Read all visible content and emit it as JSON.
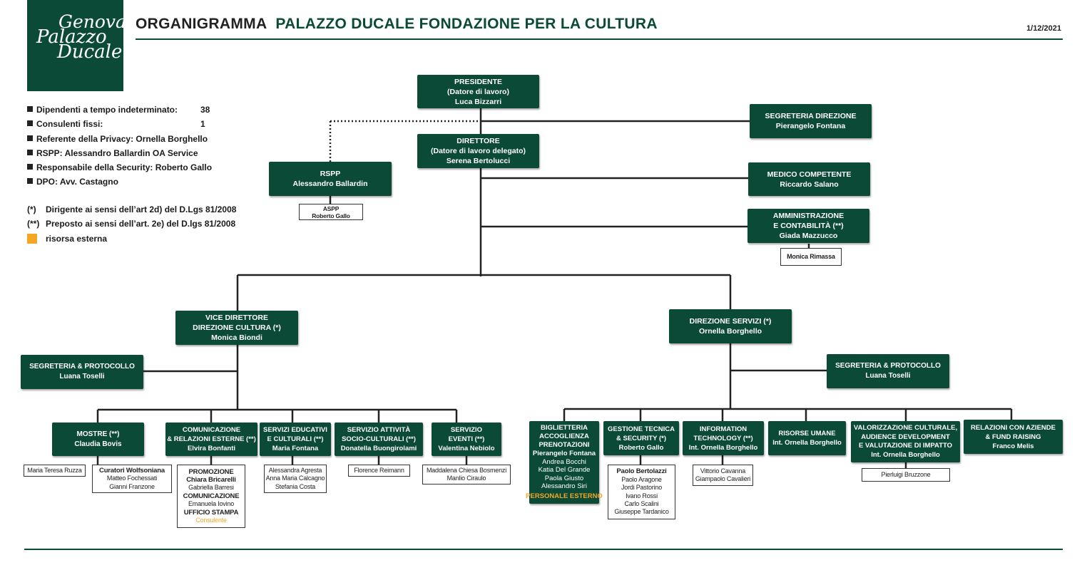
{
  "logo": {
    "line1": "Genova",
    "line2": "Palazzo",
    "line3": "Ducale"
  },
  "header": {
    "title_prefix": "ORGANIGRAMMA",
    "title_main": "PALAZZO DUCALE FONDAZIONE PER LA CULTURA",
    "date": "1/12/2021"
  },
  "info": [
    {
      "label": "Dipendenti a tempo indeterminato:",
      "value": "38"
    },
    {
      "label": "Consulenti fissi:",
      "value": "1"
    },
    {
      "label": "Referente della Privacy: Ornella Borghello",
      "value": ""
    },
    {
      "label": "RSPP: Alessandro Ballardin OA Service",
      "value": ""
    },
    {
      "label": "Responsabile della Security: Roberto Gallo",
      "value": ""
    },
    {
      "label": "DPO: Avv. Castagno",
      "value": ""
    }
  ],
  "notes": [
    {
      "mark": "(*)",
      "text": "Dirigente ai sensi dell’art 2d) del D.Lgs 81/2008"
    },
    {
      "mark": "(**)",
      "text": "Preposto ai sensi dell’art. 2e) del D.lgs 81/2008"
    },
    {
      "mark": "",
      "text": "risorsa esterna"
    }
  ],
  "colors": {
    "brand": "#0b4a37",
    "external": "#f5a623",
    "text": "#1a1a1a"
  },
  "chart": {
    "presidente": [
      "PRESIDENTE",
      "(Datore di lavoro)",
      "Luca Bizzarri"
    ],
    "direttore": [
      "DIRETTORE",
      "(Datore di lavoro delegato)",
      "Serena Bertolucci"
    ],
    "segreteria_direzione": [
      "SEGRETERIA DIREZIONE",
      "Pierangelo Fontana"
    ],
    "rspp": [
      "RSPP",
      "Alessandro Ballardin"
    ],
    "aspp": [
      "ASPP",
      "Roberto Gallo"
    ],
    "medico": [
      "MEDICO COMPETENTE",
      "Riccardo Salano"
    ],
    "amministrazione": [
      "AMMINISTRAZIONE",
      "E CONTABILITÀ (**)",
      "Giada Mazzucco"
    ],
    "amministrazione_sub": [
      "Monica Rimassa"
    ],
    "vice_direttore": [
      "VICE DIRETTORE",
      "DIREZIONE CULTURA (*)",
      "Monica Biondi"
    ],
    "direzione_servizi": [
      "DIREZIONE SERVIZI (*)",
      "Ornella Borghello"
    ],
    "segreteria_left": [
      "SEGRETERIA & PROTOCOLLO",
      "Luana Toselli"
    ],
    "segreteria_right": [
      "SEGRETERIA & PROTOCOLLO",
      "Luana Toselli"
    ],
    "mostre": [
      "MOSTRE (**)",
      "Claudia Bovis"
    ],
    "mostre_sub1": [
      "Maria Teresa Ruzza"
    ],
    "mostre_sub2": [
      "Curatori Wolfsoniana",
      "Matteo Fochessati",
      "Gianni Franzone"
    ],
    "comunicazione": [
      "COMUNICAZIONE",
      "& RELAZIONI ESTERNE (**)",
      "Elvira Bonfanti"
    ],
    "comunicazione_sub": [
      "PROMOZIONE",
      "Chiara Bricarelli",
      "Gabriella Barresi",
      "COMUNICAZIONE",
      "Emanuela Iovino",
      "UFFICIO STAMPA",
      "Consulente"
    ],
    "educativi": [
      "SERVIZI EDUCATIVI",
      "E CULTURALI (**)",
      "Maria Fontana"
    ],
    "educativi_sub": [
      "Alessandra Agresta",
      "Anna Maria Calcagno",
      "Stefania Costa"
    ],
    "socio": [
      "SERVIZIO ATTIVITÀ",
      "SOCIO-CULTURALI (**)",
      "Donatella Buongirolami"
    ],
    "socio_sub": [
      "Florence Reimann"
    ],
    "eventi": [
      "SERVIZIO",
      "EVENTI (**)",
      "Valentina Nebiolo"
    ],
    "eventi_sub": [
      "Maddalena Chiesa Bosmenzi",
      "Manlio Ciraulo"
    ],
    "biglietteria": [
      "BIGLIETTERIA",
      "ACCOGLIENZA",
      "PRENOTAZIONI",
      "Pierangelo Fontana",
      "Andrea Bocchi",
      "Katia Del Grande",
      "Paola Giusto",
      "Alessandro Siri",
      "PERSONALE ESTERNO"
    ],
    "gestione": [
      "GESTIONE TECNICA",
      "& SECURITY (*)",
      "Roberto Gallo"
    ],
    "gestione_sub": [
      "Paolo Bertolazzi",
      "Paolo Aragone",
      "Jordi Pastorino",
      "Ivano Rossi",
      "Carlo Scalini",
      "Giuseppe Tardanico"
    ],
    "it": [
      "INFORMATION",
      "TECHNOLOGY (**)",
      "Int. Ornella Borghello"
    ],
    "it_sub": [
      "Vittorio Cavanna",
      "Giampaolo Cavalieri"
    ],
    "risorse": [
      "RISORSE UMANE",
      "Int. Ornella Borghello"
    ],
    "valorizzazione": [
      "VALORIZZAZIONE CULTURALE,",
      "AUDIENCE DEVELOPMENT",
      "E VALUTAZIONE DI IMPATTO",
      "Int. Ornella Borghello"
    ],
    "valorizzazione_sub": [
      "Pierluigi Bruzzone"
    ],
    "relazioni": [
      "RELAZIONI CON AZIENDE",
      "& FUND RAISING",
      "Franco Melis"
    ]
  }
}
